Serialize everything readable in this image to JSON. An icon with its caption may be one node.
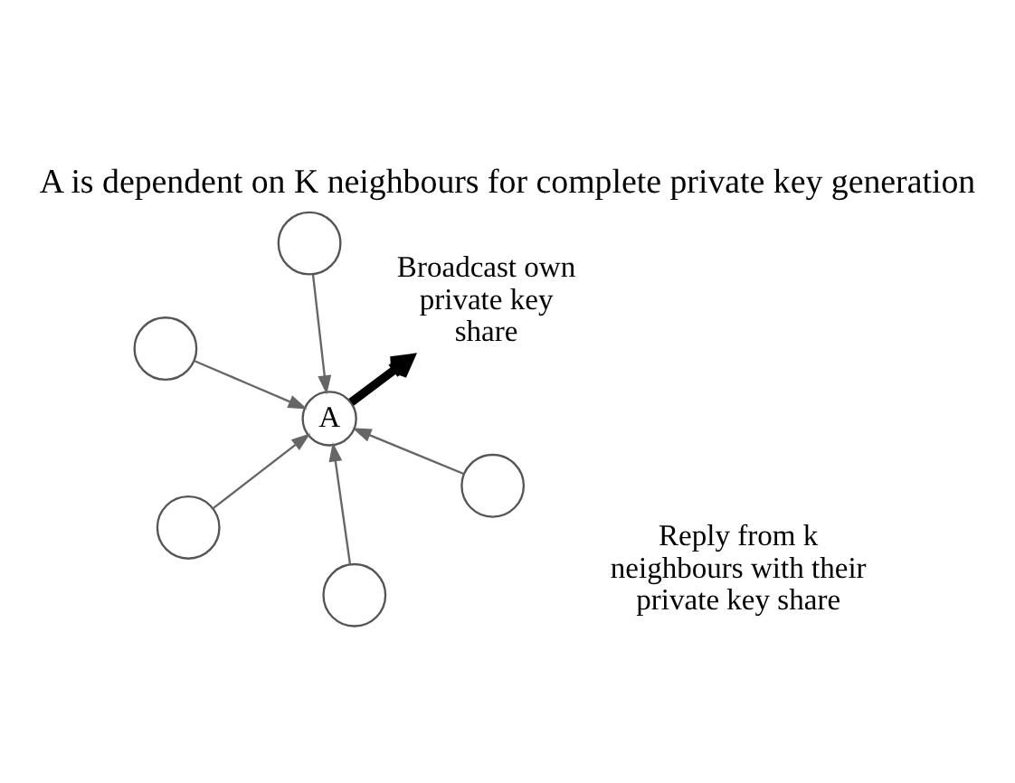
{
  "diagram": {
    "title": "A is dependent on K neighbours for complete private key generation",
    "nodes": [
      {
        "text": [],
        "shape": "circle"
      },
      {
        "text": [],
        "shape": "circle"
      },
      {
        "text": [],
        "shape": "circle"
      },
      {
        "text": [
          "A"
        ]
      },
      {
        "text": [
          "Broadcast own private key share"
        ]
      },
      {
        "text": [],
        "shape": "circle"
      },
      {
        "text": [],
        "shape": "circle"
      }
    ],
    "edges": [
      {
        "from": 0,
        "to": 3,
        "arrow": "to"
      },
      {
        "from": 1,
        "to": 3,
        "arrow": "to"
      },
      {
        "from": 2,
        "to": 3,
        "arrow": "to"
      },
      {
        "from": 5,
        "to": 3,
        "arrow": "to"
      },
      {
        "from": 6,
        "to": 3,
        "arrow": "to"
      },
      {
        "from": 3,
        "to": 4,
        "arrow": "to",
        "style": "thick",
        "color": "#000000"
      }
    ],
    "labels": [
      "Reply from k neighbours with their private key share"
    ]
  }
}
